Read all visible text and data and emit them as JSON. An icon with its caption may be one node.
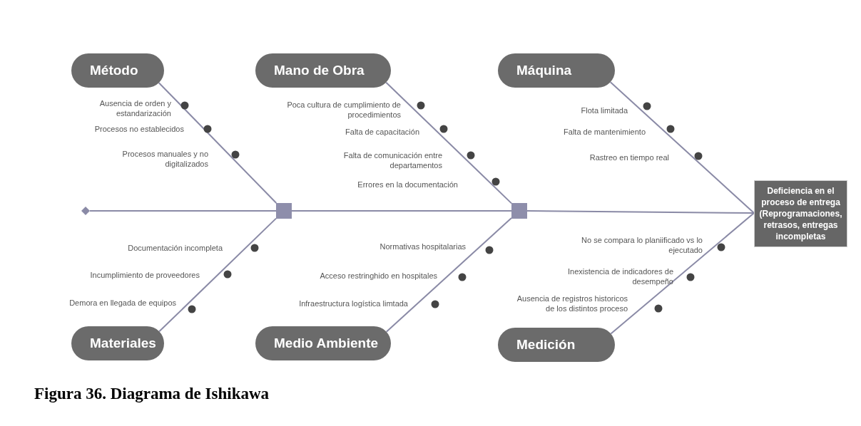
{
  "diagram": {
    "caption": "Figura 36. Diagrama de Ishikawa",
    "nodes": [
      {
        "text": [
          "Método"
        ]
      },
      {
        "text": [
          "Mano de Obra"
        ]
      },
      {
        "text": [
          "Máquina"
        ]
      },
      {
        "text": [
          "Materiales"
        ]
      },
      {
        "text": [
          "Medio Ambiente"
        ]
      },
      {
        "text": [
          "Medición"
        ]
      },
      {
        "text": [
          "Deficiencia en el proceso de entrega (Reprogramaciones, retrasos, entregas incompletas"
        ]
      },
      {
        "text": [],
        "shape": "diamond"
      },
      {
        "text": [],
        "shape": "box"
      },
      {
        "text": [],
        "shape": "box"
      }
    ],
    "edges": [
      {
        "from": 7,
        "to": 8,
        "arrow": "none"
      },
      {
        "from": 8,
        "to": 9,
        "arrow": "none"
      },
      {
        "from": 9,
        "to": 6,
        "arrow": "none"
      },
      {
        "from": 0,
        "to": 8,
        "arrow": "none"
      },
      {
        "from": 3,
        "to": 8,
        "arrow": "none"
      },
      {
        "from": 1,
        "to": 9,
        "arrow": "none"
      },
      {
        "from": 4,
        "to": 9,
        "arrow": "none"
      },
      {
        "from": 2,
        "to": 6,
        "arrow": "none"
      },
      {
        "from": 5,
        "to": 6,
        "arrow": "none"
      }
    ],
    "labels": [
      "Ausencia de orden y estandarización",
      "Procesos no establecidos",
      "Procesos manuales y no digitalizados",
      "Poca cultura de cumplimiento de procedimientos",
      "Falta de capacitación",
      "Falta de comunicación entre departamentos",
      "Errores en la documentación",
      "Flota limitada",
      "Falta de mantenimiento",
      "Rastreo en tiempo real",
      "Documentación incompleta",
      "Incumplimiento de proveedores",
      "Demora en llegada de equipos",
      "Normativas hospitalarias",
      "Acceso restringhido en hospitales",
      "Infraestructura logística limtada",
      "No se compara lo planiificado vs lo ejecutado",
      "Inexistencia de indicadores de desempeño",
      "Ausencia de registros historicos de los distintos proceso"
    ]
  }
}
